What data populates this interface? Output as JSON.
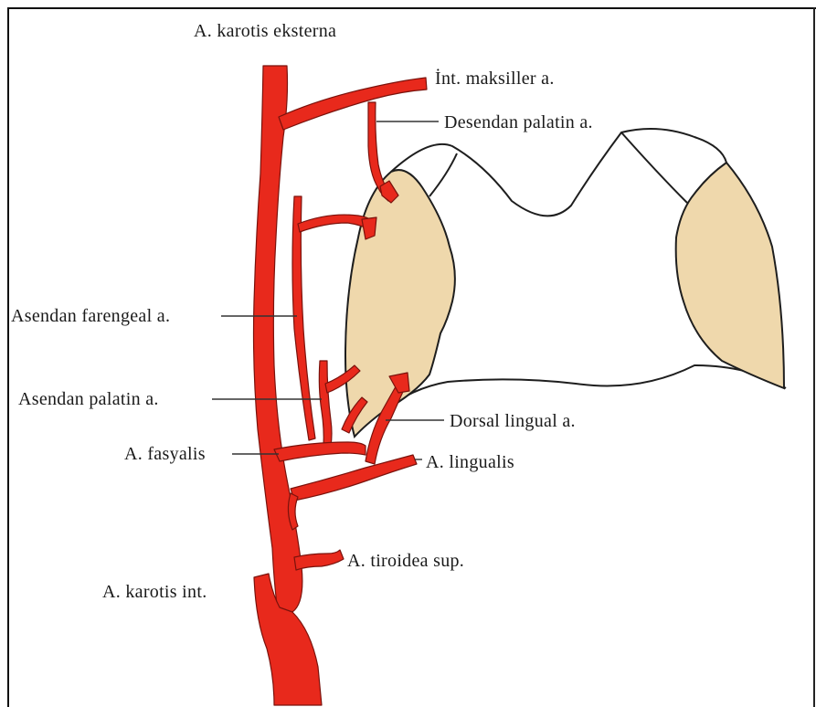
{
  "labels": {
    "karotis_eksterna": "A. karotis eksterna",
    "int_maksiller": "İnt. maksiller a.",
    "desendan_palatin": "Desendan palatin a.",
    "asendan_farengeal": "Asendan farengeal a.",
    "asendan_palatin": "Asendan palatin a.",
    "dorsal_lingual": "Dorsal lingual a.",
    "fasyalis": "A. fasyalis",
    "lingualis": "A. lingualis",
    "tiroidea_sup": "A. tiroidea sup.",
    "karotis_int": "A. karotis int."
  },
  "colors": {
    "artery": "#e8291c",
    "artery_edge": "#7a120c",
    "tonsil": "#efd8ac",
    "outline": "#1e1e1e",
    "leader": "#333333"
  }
}
